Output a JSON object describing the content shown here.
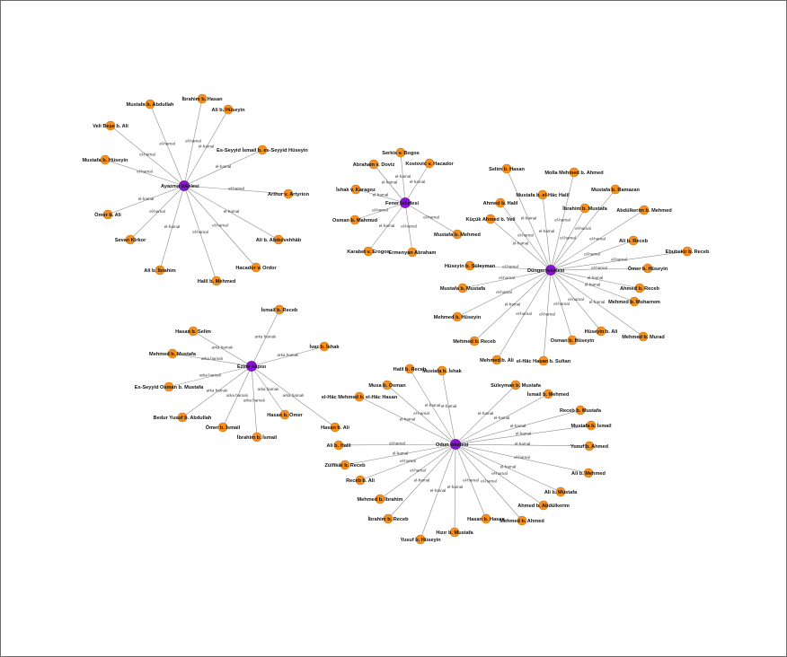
{
  "colors": {
    "hub": "#8a14d6",
    "hub_stroke": "#5b0c91",
    "leaf": "#f5901f",
    "leaf_stroke": "#c8710e",
    "edge": "#8c8c8c",
    "frame": "#6b6b6b"
  },
  "network": {
    "hubs": [
      {
        "id": "ayazma",
        "label": "Ayazma iskelesi"
      },
      {
        "id": "fener",
        "label": "Fener iskelesi"
      },
      {
        "id": "dunger",
        "label": "Dünger iskelesi"
      },
      {
        "id": "ezine",
        "label": "Ezine kapısı"
      },
      {
        "id": "odun",
        "label": "Odun iskelesi"
      }
    ],
    "clusters": [
      {
        "hub": "ayazma",
        "leaves": [
          {
            "label": "Mustafa b. Abdullah",
            "edge": "el-hamal"
          },
          {
            "label": "İbrahim b. Hasan",
            "edge": "el-hamal"
          },
          {
            "label": "Ali b. Hüseyin",
            "edge": "el-hamal"
          },
          {
            "label": "Veli Beşe b. Ali",
            "edge": "el-hamal"
          },
          {
            "label": "Es-Seyyid İsmail b. es-Seyyid Hüseyin",
            "edge": "el-hamal"
          },
          {
            "label": "Mustafa b. Hüseyin",
            "edge": "el-hamal"
          },
          {
            "label": "Arthur v. Artyrion",
            "edge": "el-hamal"
          },
          {
            "label": "Ömer b. Ali",
            "edge": "el-hamal"
          },
          {
            "label": "Sevan Kirkor",
            "edge": "el-hamal"
          },
          {
            "label": "Ali b. Abdulvehhâb",
            "edge": "el-hamal"
          },
          {
            "label": "Hacador v. Ordor",
            "edge": "el-hamal"
          },
          {
            "label": "Ali b. İbrahim",
            "edge": "el-hamal"
          },
          {
            "label": "Halil b. Mehmed",
            "edge": "el-hamal"
          }
        ]
      },
      {
        "hub": "fener",
        "leaves": [
          {
            "label": "Serkis v. Bogos",
            "edge": "el-hamal"
          },
          {
            "label": "Abraham v. Doviz",
            "edge": "el-hamal"
          },
          {
            "label": "Kostovic v. Hacador",
            "edge": "el-hamal"
          },
          {
            "label": "İshak v. Karagoz",
            "edge": "el-hamal"
          },
          {
            "label": "Osman b. Mahmud",
            "edge": "el-hamal"
          },
          {
            "label": "Karabet v. Erogos",
            "edge": "el-hamal"
          },
          {
            "label": "Ermenyan Abraham",
            "edge": "el-hamal"
          },
          {
            "label": "Mustafa b. Mehmed",
            "edge": "el-hamal"
          }
        ]
      },
      {
        "hub": "dunger",
        "leaves": [
          {
            "label": "Selim b. Hasan",
            "edge": "el-hamal"
          },
          {
            "label": "Molla Mehmed b. Ahmed",
            "edge": "el-hamal"
          },
          {
            "label": "Ahmed b. Halil",
            "edge": "el-hamal"
          },
          {
            "label": "Mustafa b. el-Hâc Halil",
            "edge": "el-hamal"
          },
          {
            "label": "Mustafa b. Ramazan",
            "edge": "el-hamal"
          },
          {
            "label": "İbrahim b. Mustafa",
            "edge": "el-hamal"
          },
          {
            "label": "Abdülkerim b. Mehmed",
            "edge": "el-hamal"
          },
          {
            "label": "Küçük Ahmed b. Veli",
            "edge": "el-hamal"
          },
          {
            "label": "Ali b. Receb",
            "edge": "el-hamal"
          },
          {
            "label": "Ebubekir b. Receb",
            "edge": "el-hamal"
          },
          {
            "label": "Ömer b. Hüseyin",
            "edge": "el-hamal"
          },
          {
            "label": "Hüseyin b. Süleyman",
            "edge": "el-hamal"
          },
          {
            "label": "Ahmed b. Receb",
            "edge": "el-hamal"
          },
          {
            "label": "Mustafa b. Mustafa",
            "edge": "el-hamal"
          },
          {
            "label": "Mehmed b. Muharrem",
            "edge": "el-hamal"
          },
          {
            "label": "Mehmed b. Hüseyin",
            "edge": "el-hamal"
          },
          {
            "label": "Hüseyin b. Ali",
            "edge": "el-hamal"
          },
          {
            "label": "Mehmed b. Murad",
            "edge": "el-hamal"
          },
          {
            "label": "Osman b. Hüseyin",
            "edge": "el-hamal"
          },
          {
            "label": "Mehmed b. Receb",
            "edge": "el-hamal"
          },
          {
            "label": "Mehmed b. Ali",
            "edge": "el-hamal"
          },
          {
            "label": "el-Hâc Hasan b. Sultan",
            "edge": "el-hamal"
          }
        ]
      },
      {
        "hub": "ezine",
        "leaves": [
          {
            "label": "İsmail b. Receb",
            "edge": "arka hamalı"
          },
          {
            "label": "Hasan b. Selim",
            "edge": "arka hamalı"
          },
          {
            "label": "İvaz b. İshak",
            "edge": "arka hamalı"
          },
          {
            "label": "Mehmed b. Mustafa",
            "edge": "arka hamalı"
          },
          {
            "label": "Es-Seyyid Osman b. Mustafa",
            "edge": "arka hamalı"
          },
          {
            "label": "Bedur Yusuf b. Abdullah",
            "edge": "arka hamalı"
          },
          {
            "label": "Ömer b. İsmail",
            "edge": "arka hamalı"
          },
          {
            "label": "İbrahim b. İsmail",
            "edge": "arka hamalı"
          },
          {
            "label": "Hasan b. Ömer",
            "edge": "arka hamalı"
          },
          {
            "label": "Hasan b. Ali",
            "edge": "arka hamalı"
          }
        ]
      },
      {
        "hub": "odun",
        "leaves": [
          {
            "label": "Halil b. Receb",
            "edge": "el-hamal"
          },
          {
            "label": "Mustafa b. İshak",
            "edge": "el-hamal"
          },
          {
            "label": "Musa b. Osman",
            "edge": "el-hamal"
          },
          {
            "label": "Süleyman b. Mustafa",
            "edge": "el-hamal"
          },
          {
            "label": "İsmail b. Mehmed",
            "edge": "el-hamal"
          },
          {
            "label": "el-Hâc Mehmed b. el-Hâc Hasan",
            "edge": "el-hamal"
          },
          {
            "label": "Receb b. Mustafa",
            "edge": "el-hamal"
          },
          {
            "label": "Mustafa b. İsmail",
            "edge": "el-hamal"
          },
          {
            "label": "Ali b. Halil",
            "edge": "el-hamal"
          },
          {
            "label": "Yusuf b. Ahmed",
            "edge": "el-hamal"
          },
          {
            "label": "Zülfikâr b. Receb",
            "edge": "el-hamal"
          },
          {
            "label": "Receb b. Ali",
            "edge": "el-hamal"
          },
          {
            "label": "Ali b. Mehmed",
            "edge": "el-hamal"
          },
          {
            "label": "Ali b. Mustafa",
            "edge": "el-hamal"
          },
          {
            "label": "Mehmed b. İbrahim",
            "edge": "el-hamal"
          },
          {
            "label": "Ahmed b. Abdülkerim",
            "edge": "el-hamal"
          },
          {
            "label": "Mehmed b. Ahmed",
            "edge": "el-hamal"
          },
          {
            "label": "İbrahim b. Receb",
            "edge": "el-hamal"
          },
          {
            "label": "Hasan b. Hasan",
            "edge": "el-hamal"
          },
          {
            "label": "Hızır b. Mustafa",
            "edge": "el-hamal"
          },
          {
            "label": "Yusuf b. Hüseyin",
            "edge": "el-hamal"
          }
        ]
      }
    ]
  }
}
